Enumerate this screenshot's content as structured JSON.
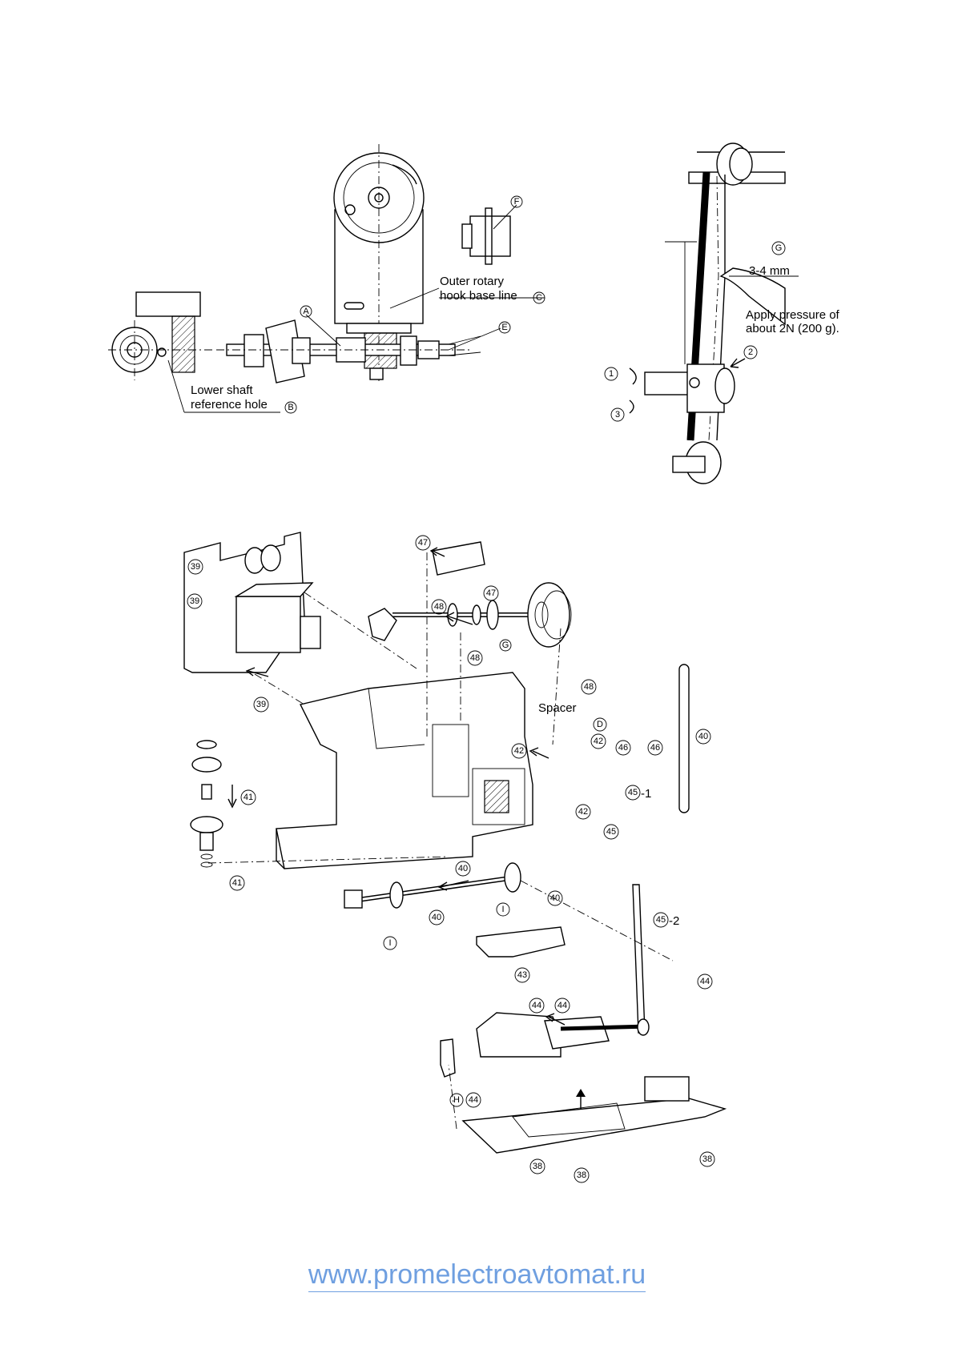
{
  "figure_top_left": {
    "label_a": "A",
    "label_b": "B",
    "label_c": "C",
    "label_e": "E",
    "label_f": "F",
    "outer_rotary_line1": "Outer rotary",
    "outer_rotary_line2": "hook base line",
    "lower_shaft_line1": "Lower shaft",
    "lower_shaft_line2": "reference hole"
  },
  "figure_top_right": {
    "label_g": "G",
    "gap": "3-4 mm",
    "pressure_line1": "Apply pressure of",
    "pressure_line2": "about 2N (200 g).",
    "step1": "1",
    "step2": "2",
    "step3": "3"
  },
  "exploded_view": {
    "spacer": "Spacer",
    "label_d": "D",
    "label_g": "G",
    "label_h": "H",
    "label_i": "I",
    "suffix_1": "-1",
    "suffix_2": "-2",
    "callouts": [
      "39",
      "39",
      "39",
      "47",
      "47",
      "48",
      "48",
      "48",
      "40",
      "40",
      "40",
      "40",
      "42",
      "42",
      "42",
      "46",
      "46",
      "45",
      "45",
      "45",
      "41",
      "41",
      "43",
      "44",
      "44",
      "44",
      "44",
      "38",
      "38",
      "38"
    ]
  },
  "footer": {
    "url": "www.promelectroavtomat.ru",
    "accent_color": "#6f9fe0"
  }
}
